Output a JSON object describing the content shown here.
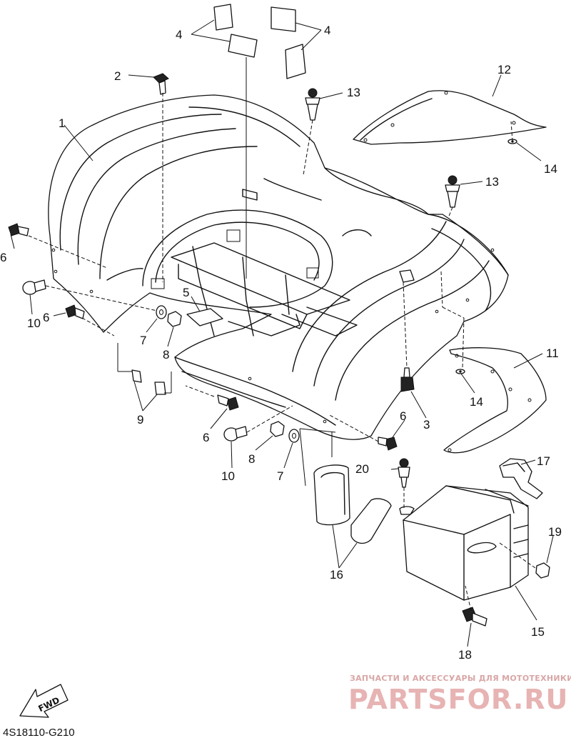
{
  "callouts": {
    "c1": "1",
    "c2": "2",
    "c3": "3",
    "c4a": "4",
    "c4b": "4",
    "c5": "5",
    "c6a": "6",
    "c6b": "6",
    "c6c": "6",
    "c6d": "6",
    "c7a": "7",
    "c7b": "7",
    "c8a": "8",
    "c8b": "8",
    "c9": "9",
    "c10a": "10",
    "c10b": "10",
    "c11": "11",
    "c12": "12",
    "c13a": "13",
    "c13b": "13",
    "c14a": "14",
    "c14b": "14",
    "c15": "15",
    "c16": "16",
    "c17": "17",
    "c18": "18",
    "c19": "19",
    "c20": "20"
  },
  "fwd_label": "FWD",
  "diagram_code": "4S18110-G210",
  "watermark": {
    "tagline": "ЗАПЧАСТИ И АКСЕССУАРЫ ДЛЯ МОТОТЕХНИКИ",
    "brand": "PARTSFOR.RU"
  }
}
